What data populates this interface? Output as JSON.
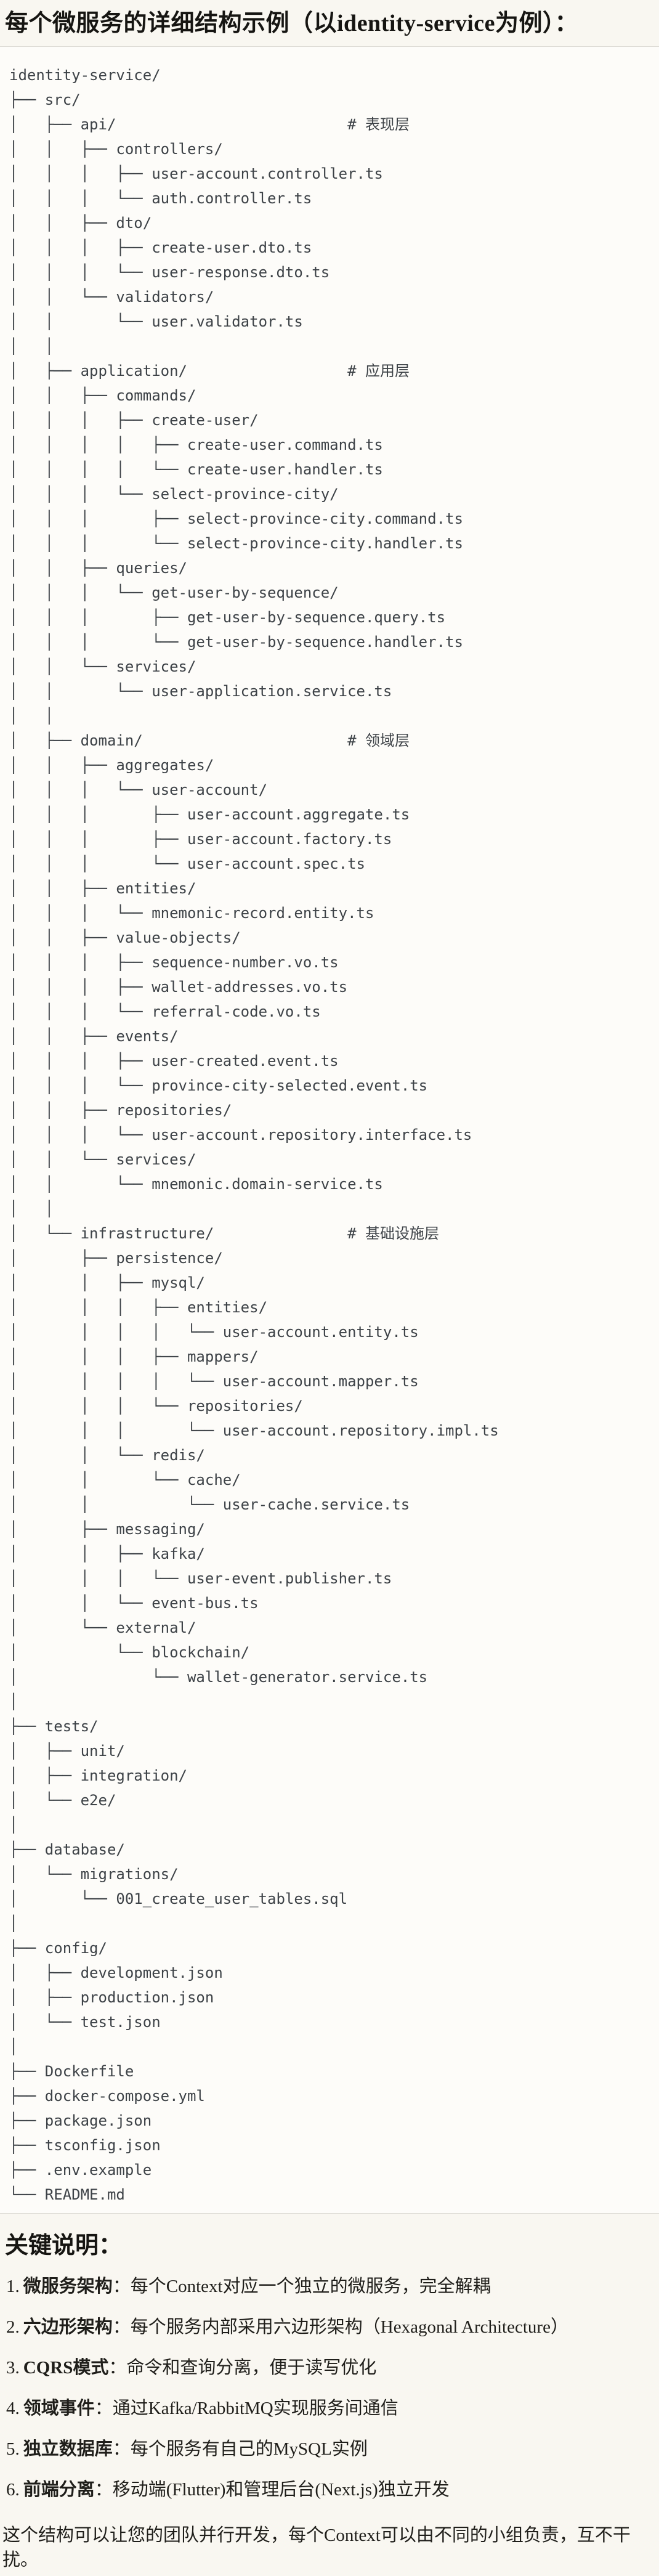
{
  "page": {
    "title": "每个微服务的详细结构示例（以identity-service为例）："
  },
  "tree": {
    "lines": [
      "identity-service/",
      "├── src/",
      "│   ├── api/                          # 表现层",
      "│   │   ├── controllers/",
      "│   │   │   ├── user-account.controller.ts",
      "│   │   │   └── auth.controller.ts",
      "│   │   ├── dto/",
      "│   │   │   ├── create-user.dto.ts",
      "│   │   │   └── user-response.dto.ts",
      "│   │   └── validators/",
      "│   │       └── user.validator.ts",
      "│   │",
      "│   ├── application/                  # 应用层",
      "│   │   ├── commands/",
      "│   │   │   ├── create-user/",
      "│   │   │   │   ├── create-user.command.ts",
      "│   │   │   │   └── create-user.handler.ts",
      "│   │   │   └── select-province-city/",
      "│   │   │       ├── select-province-city.command.ts",
      "│   │   │       └── select-province-city.handler.ts",
      "│   │   ├── queries/",
      "│   │   │   └── get-user-by-sequence/",
      "│   │   │       ├── get-user-by-sequence.query.ts",
      "│   │   │       └── get-user-by-sequence.handler.ts",
      "│   │   └── services/",
      "│   │       └── user-application.service.ts",
      "│   │",
      "│   ├── domain/                       # 领域层",
      "│   │   ├── aggregates/",
      "│   │   │   └── user-account/",
      "│   │   │       ├── user-account.aggregate.ts",
      "│   │   │       ├── user-account.factory.ts",
      "│   │   │       └── user-account.spec.ts",
      "│   │   ├── entities/",
      "│   │   │   └── mnemonic-record.entity.ts",
      "│   │   ├── value-objects/",
      "│   │   │   ├── sequence-number.vo.ts",
      "│   │   │   ├── wallet-addresses.vo.ts",
      "│   │   │   └── referral-code.vo.ts",
      "│   │   ├── events/",
      "│   │   │   ├── user-created.event.ts",
      "│   │   │   └── province-city-selected.event.ts",
      "│   │   ├── repositories/",
      "│   │   │   └── user-account.repository.interface.ts",
      "│   │   └── services/",
      "│   │       └── mnemonic.domain-service.ts",
      "│   │",
      "│   └── infrastructure/               # 基础设施层",
      "│       ├── persistence/",
      "│       │   ├── mysql/",
      "│       │   │   ├── entities/",
      "│       │   │   │   └── user-account.entity.ts",
      "│       │   │   ├── mappers/",
      "│       │   │   │   └── user-account.mapper.ts",
      "│       │   │   └── repositories/",
      "│       │   │       └── user-account.repository.impl.ts",
      "│       │   └── redis/",
      "│       │       └── cache/",
      "│       │           └── user-cache.service.ts",
      "│       ├── messaging/",
      "│       │   ├── kafka/",
      "│       │   │   └── user-event.publisher.ts",
      "│       │   └── event-bus.ts",
      "│       └── external/",
      "│           └── blockchain/",
      "│               └── wallet-generator.service.ts",
      "│",
      "├── tests/",
      "│   ├── unit/",
      "│   ├── integration/",
      "│   └── e2e/",
      "│",
      "├── database/",
      "│   └── migrations/",
      "│       └── 001_create_user_tables.sql",
      "│",
      "├── config/",
      "│   ├── development.json",
      "│   ├── production.json",
      "│   └── test.json",
      "│",
      "├── Dockerfile",
      "├── docker-compose.yml",
      "├── package.json",
      "├── tsconfig.json",
      "├── .env.example",
      "└── README.md"
    ]
  },
  "notes": {
    "heading": "关键说明：",
    "items": [
      {
        "num": "1.",
        "term": "微服务架构",
        "desc": "：每个Context对应一个独立的微服务，完全解耦"
      },
      {
        "num": "2.",
        "term": "六边形架构",
        "desc": "：每个服务内部采用六边形架构（Hexagonal Architecture）"
      },
      {
        "num": "3.",
        "term": "CQRS模式",
        "desc": "：命令和查询分离，便于读写优化"
      },
      {
        "num": "4.",
        "term": "领域事件",
        "desc": "：通过Kafka/RabbitMQ实现服务间通信"
      },
      {
        "num": "5.",
        "term": "独立数据库",
        "desc": "：每个服务有自己的MySQL实例"
      },
      {
        "num": "6.",
        "term": "前端分离",
        "desc": "：移动端(Flutter)和管理后台(Next.js)独立开发"
      }
    ],
    "summary": "这个结构可以让您的团队并行开发，每个Context可以由不同的小组负责，互不干扰。"
  }
}
